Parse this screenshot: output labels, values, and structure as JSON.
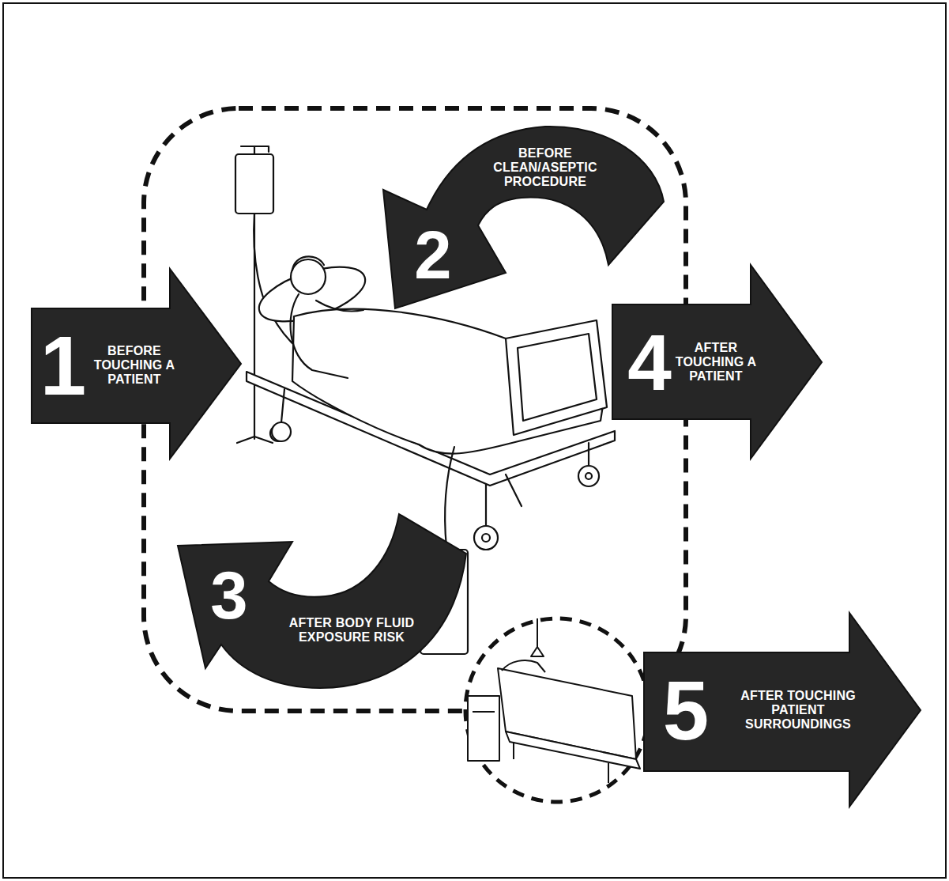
{
  "diagram": {
    "nodes": [
      {
        "text": [
          "1",
          "BEFORE TOUCHING A PATIENT"
        ]
      },
      {
        "text": [
          "2",
          "BEFORE CLEAN/ASEPTIC PROCEDURE"
        ]
      },
      {
        "text": [
          "3",
          "AFTER BODY FLUID EXPOSURE RISK"
        ]
      },
      {
        "text": [
          "4",
          "AFTER TOUCHING A PATIENT"
        ]
      },
      {
        "text": [
          "5",
          "AFTER TOUCHING PATIENT SURROUNDINGS"
        ]
      }
    ]
  }
}
